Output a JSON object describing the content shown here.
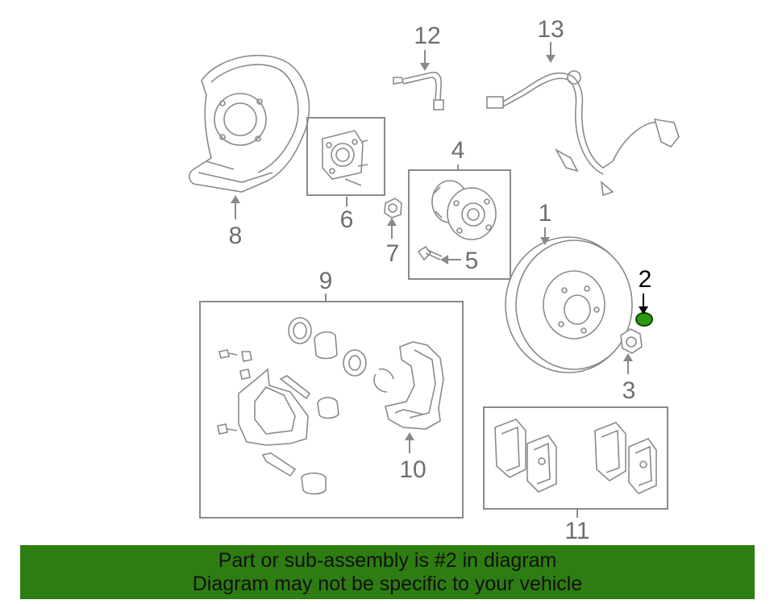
{
  "colors": {
    "banner_bg": "#2e7d12",
    "highlight": "#2c9a10",
    "line": "#8a8a8a",
    "label": "#6e6e6e"
  },
  "highlighted_part": "2",
  "callouts": {
    "c1": "1",
    "c2": "2",
    "c3": "3",
    "c4": "4",
    "c5": "5",
    "c6": "6",
    "c7": "7",
    "c8": "8",
    "c9": "9",
    "c10": "10",
    "c11": "11",
    "c12": "12",
    "c13": "13"
  },
  "banner": {
    "line1": "Part or sub-assembly is #2 in diagram",
    "line2": "Diagram may not be specific to your vehicle"
  }
}
